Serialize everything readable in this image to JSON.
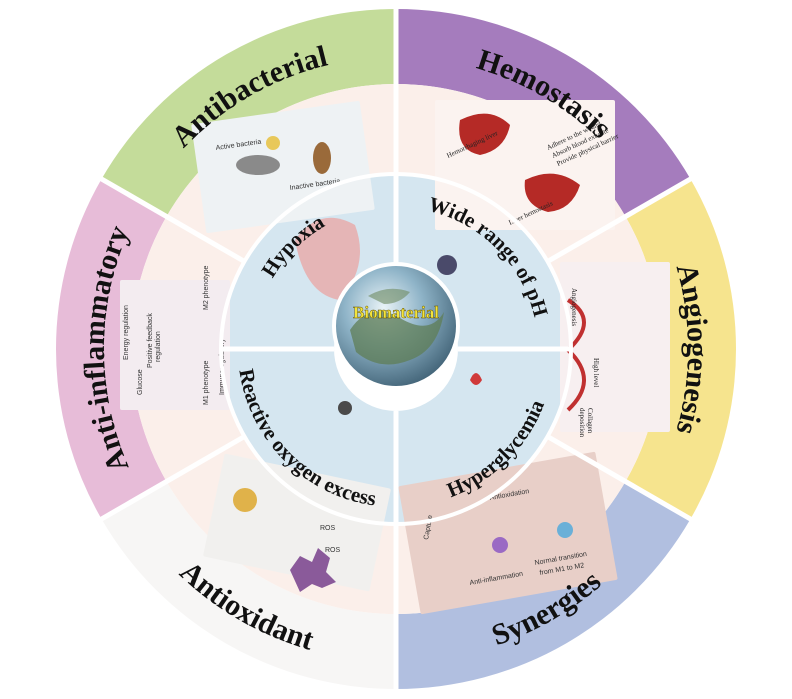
{
  "figure": {
    "center_label": "Biomaterial",
    "colors": {
      "background": "#ffffff",
      "ring_fill": "#fbefea",
      "inner_fill": "#d5e6f0",
      "divider": "#ffffff",
      "center_globe": "#6d8fa6"
    },
    "outer_sectors": [
      {
        "id": "hemostasis",
        "label": "Hemostasis",
        "color": "#a57cbd",
        "mid_angle": 30
      },
      {
        "id": "angiogenesis",
        "label": "Angiogenesis",
        "color": "#f6e48e",
        "mid_angle": 90
      },
      {
        "id": "synergies",
        "label": "Synergies",
        "color": "#b1bfe0",
        "mid_angle": 150
      },
      {
        "id": "antioxidant",
        "label": "Antioxidant",
        "color": "#f7f6f5",
        "mid_angle": 210
      },
      {
        "id": "anti-inflammatory",
        "label": "Anti-inflammatory",
        "color": "#e7bcd8",
        "mid_angle": 270
      },
      {
        "id": "antibacterial",
        "label": "Antibacterial",
        "color": "#c4dc9a",
        "mid_angle": 330
      }
    ],
    "inner_sectors": [
      {
        "id": "wide-range-of-ph",
        "label": "Wide range of pH",
        "mid_angle": 45
      },
      {
        "id": "hyperglycemia",
        "label": "Hyperglycemia",
        "mid_angle": 135
      },
      {
        "id": "reactive-oxygen",
        "label": "Reactive oxygen excess",
        "mid_angle": 225
      },
      {
        "id": "hypoxia",
        "label": "Hypoxia",
        "mid_angle": 315
      }
    ],
    "panel_texts": {
      "hemostasis": [
        "Hemorrhaging liver",
        "Liver hemostasis",
        "Adhere to the wound",
        "Absorb blood exudate",
        "Provide physical barrier"
      ],
      "angiogenesis": [
        "Angiogenesis",
        "High level",
        "Collagen",
        "deposition"
      ],
      "synergies": [
        "Antioxidation",
        "Capture",
        "Anti-inflammation",
        "Normal transition",
        "from M1 to M2"
      ],
      "antioxidant": [
        "ROS",
        "ROS"
      ],
      "anti_inflammatory": [
        "Energy regulation",
        "Immunoregulatory",
        "Positive feedback",
        "regulation",
        "M1 phenotype",
        "M2 phenotype",
        "Glucose"
      ],
      "antibacterial": [
        "Active bacteria",
        "Inactive bacteria"
      ]
    }
  }
}
